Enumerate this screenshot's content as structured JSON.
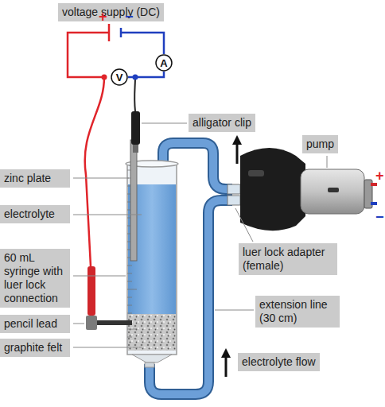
{
  "diagram": {
    "nodes": [
      {
        "text": [
          "voltage supply (DC)"
        ]
      },
      {
        "text": [
          "V"
        ]
      },
      {
        "text": [
          "A"
        ]
      },
      {
        "text": [
          "alligator clip"
        ]
      },
      {
        "text": [
          "zinc plate"
        ]
      },
      {
        "text": [
          "electrolyte"
        ]
      },
      {
        "text": [
          "pump"
        ]
      },
      {
        "text": [
          "60 mL syringe with luer lock connection"
        ]
      },
      {
        "text": [
          "luer lock adapter (female)"
        ]
      },
      {
        "text": [
          "extension line (30 cm)"
        ]
      },
      {
        "text": [
          "pencil lead"
        ]
      },
      {
        "text": [
          "graphite felt"
        ]
      },
      {
        "text": [
          "electrolyte flow"
        ]
      }
    ],
    "edges": [
      {
        "from": 1,
        "to": 2,
        "arrow": "none"
      }
    ],
    "labels": [
      "+",
      "−",
      "+",
      "−"
    ]
  }
}
